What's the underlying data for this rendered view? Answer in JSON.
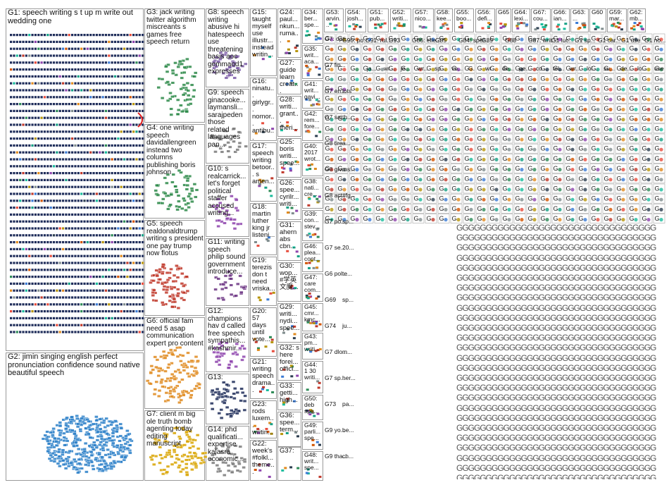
{
  "groups": [
    {
      "id": "G1",
      "label": "G1: speech writing s t up m write out wedding one",
      "bold_label": "G1:"
    },
    {
      "id": "G2",
      "label": "G2: jimin singing english perfect pronunciation confidence sound native beautiful speech"
    },
    {
      "id": "G3",
      "label": "G3: jack writing twitter algorithm miscreants s games free speech return"
    },
    {
      "id": "G4",
      "label": "G4: one writing speech davidallengreen instead two columns publishing boris johnson"
    },
    {
      "id": "G5",
      "label": "G5: speech realdonaldtrump writing s president one pay trump now flotus"
    },
    {
      "id": "G6",
      "label": "G6: official fam need 5 asap communication expert pro content"
    },
    {
      "id": "G7",
      "label": "G7: client m big ole truth bomb agenting today editing manuscript"
    },
    {
      "id": "G8",
      "label": "G8: speech writing abusive hi hatespeech use threatening basis aoc gemmaod1 expresses"
    },
    {
      "id": "G9",
      "label": "G9: speech ginacooke... laymansli... sarajpeden those related languages pan..."
    },
    {
      "id": "G10",
      "label": "G10: s realcarrick... let's forget political staffer accused writing..."
    },
    {
      "id": "G11",
      "label": "G11: writing speech philip sound government introduce..."
    },
    {
      "id": "G12",
      "label": "G12: champions hav d called free speech sympathis... #kashmir..."
    },
    {
      "id": "G13",
      "label": "G13:"
    },
    {
      "id": "G14",
      "label": "G14: phd qualificati... expertise kalasra economic..."
    },
    {
      "id": "G15",
      "label": "G15: taught myself use illustr... instead writin..."
    },
    {
      "id": "G16",
      "label": "G16: ninatu... girlygr... nomor... antibu... nomor..."
    },
    {
      "id": "G17",
      "label": "G17: speech writing betoor... s amen..."
    },
    {
      "id": "G18",
      "label": "G18: martin luther king jr listeni..."
    },
    {
      "id": "G19",
      "label": "G19: terezis don t need vriska..."
    },
    {
      "id": "G20",
      "label": "G20: 57 days until vote..."
    },
    {
      "id": "G21",
      "label": "G21: writing speech drama..."
    },
    {
      "id": "G22",
      "label": "G22: week's #folkl... theme..."
    },
    {
      "id": "G23",
      "label": "G23: rods luxem... writin..."
    },
    {
      "id": "G24",
      "label": "G24: paul... nkun... ruma..."
    },
    {
      "id": "G25",
      "label": "G25: boris writi... spee..."
    },
    {
      "id": "G26",
      "label": "G26: spee... cyrilr... writi..."
    },
    {
      "id": "G27",
      "label": "G27: guide learn creat..."
    },
    {
      "id": "G28",
      "label": "G28: writi... grant... theri..."
    },
    {
      "id": "G29",
      "label": "G29: writi... nydi... spee..."
    },
    {
      "id": "G30",
      "label": "G30: wop... #学英 文魔..."
    },
    {
      "id": "G31",
      "label": "G31: ahern abs cbn..."
    },
    {
      "id": "G32",
      "label": "G32: s here forei... offici..."
    },
    {
      "id": "G33",
      "label": "G33: getti... high..."
    },
    {
      "id": "G34",
      "label": "G34: ber... spe..."
    },
    {
      "id": "G35",
      "label": "G35: writ... aca..."
    },
    {
      "id": "G36",
      "label": "G36: spee... term..."
    },
    {
      "id": "G37",
      "label": "G37:"
    },
    {
      "id": "G38",
      "label": "G38: nati... cre..."
    },
    {
      "id": "G39",
      "label": "G39: con... stev..."
    },
    {
      "id": "G40",
      "label": "G40: 2017 wrot..."
    },
    {
      "id": "G41",
      "label": "G41: writ... gavi..."
    },
    {
      "id": "G42",
      "label": "G42: rem... fore..."
    },
    {
      "id": "G43",
      "label": "G43: pm... writi..."
    },
    {
      "id": "G44",
      "label": "G44: 1 30 writi..."
    },
    {
      "id": "G45",
      "label": "G45: cmr... kmc..."
    },
    {
      "id": "G46",
      "label": "G46: plea... cont..."
    },
    {
      "id": "G47",
      "label": "G47: care com..."
    },
    {
      "id": "G48",
      "label": "G48: writ... spe..."
    },
    {
      "id": "G49",
      "label": "G49: parli... spe..."
    },
    {
      "id": "G50",
      "label": "G50: deb spe..."
    },
    {
      "id": "G51",
      "label": "G51: pub..."
    },
    {
      "id": "G52",
      "label": "G52: writi..."
    },
    {
      "id": "G53",
      "label": "G53: arvin..."
    },
    {
      "id": "G54",
      "label": "G54: josh..."
    },
    {
      "id": "G55",
      "label": "G55: boo..."
    },
    {
      "id": "G56",
      "label": "G56: defi..."
    },
    {
      "id": "G57",
      "label": "G57: nico..."
    },
    {
      "id": "G58",
      "label": "G58: kee..."
    },
    {
      "id": "G59",
      "label": "G59: mar..."
    },
    {
      "id": "G60",
      "label": "G60"
    },
    {
      "id": "G62",
      "label": "G62: mb..."
    },
    {
      "id": "G63",
      "label": "G63: ..."
    },
    {
      "id": "G64",
      "label": "G64: lexi..."
    },
    {
      "id": "G65",
      "label": "G65"
    },
    {
      "id": "G66",
      "label": "G66: ian..."
    },
    {
      "id": "G67",
      "label": "G67: cou..."
    }
  ],
  "small_labels": {
    "col_g24": [
      "G7: opti...",
      "G7 fin...",
      "G7 en...",
      "G7 sai...",
      "G8 tire",
      "G8 giv...",
      "G8 act...",
      "G7 po...",
      "G7 se...",
      "G6 pol...",
      "G69",
      "G74",
      "G7 dlo...",
      "G7 sp...",
      "G73",
      "G9 yo...",
      "G9 tha..."
    ],
    "row2": [
      "G90: po...",
      "G91: rul...",
      "G93",
      "G86: elle...",
      "G85",
      "G84: spe...",
      "G89",
      "G88",
      "G87: writ...",
      "G1 luc...",
      "G1 sp...",
      "G1 car...",
      "G1 use",
      "G1 no..."
    ],
    "row3": [
      "ja...",
      "wr...",
      "je...",
      "wr...",
      "sp...",
      "vo...",
      "G.",
      "wr...",
      "de...",
      "pe...",
      "co...",
      "tel...",
      "wr...",
      "lol...",
      "su...",
      "de...",
      "lo...",
      "use"
    ],
    "col_g7_top": [
      "lots",
      "th...",
      "a...",
      "ms...",
      "#fg...",
      "sp...",
      "20...",
      "te...",
      "sp...",
      "ju...",
      "m...",
      "her...",
      "pa...",
      "be...",
      "ch..."
    ]
  },
  "tiny_cluster_label": "G",
  "colors": {
    "border": "#9a9a9a",
    "g1_node": "#1f2d5a",
    "g2_node": "#2a7fc8",
    "g3_node": "#2d8a4a",
    "g5_node": "#c0392b",
    "g6_node": "#e08a1e",
    "g7_node": "#d9a400",
    "g8_node": "#7b5aa6",
    "edge": "#bcbcbc"
  }
}
